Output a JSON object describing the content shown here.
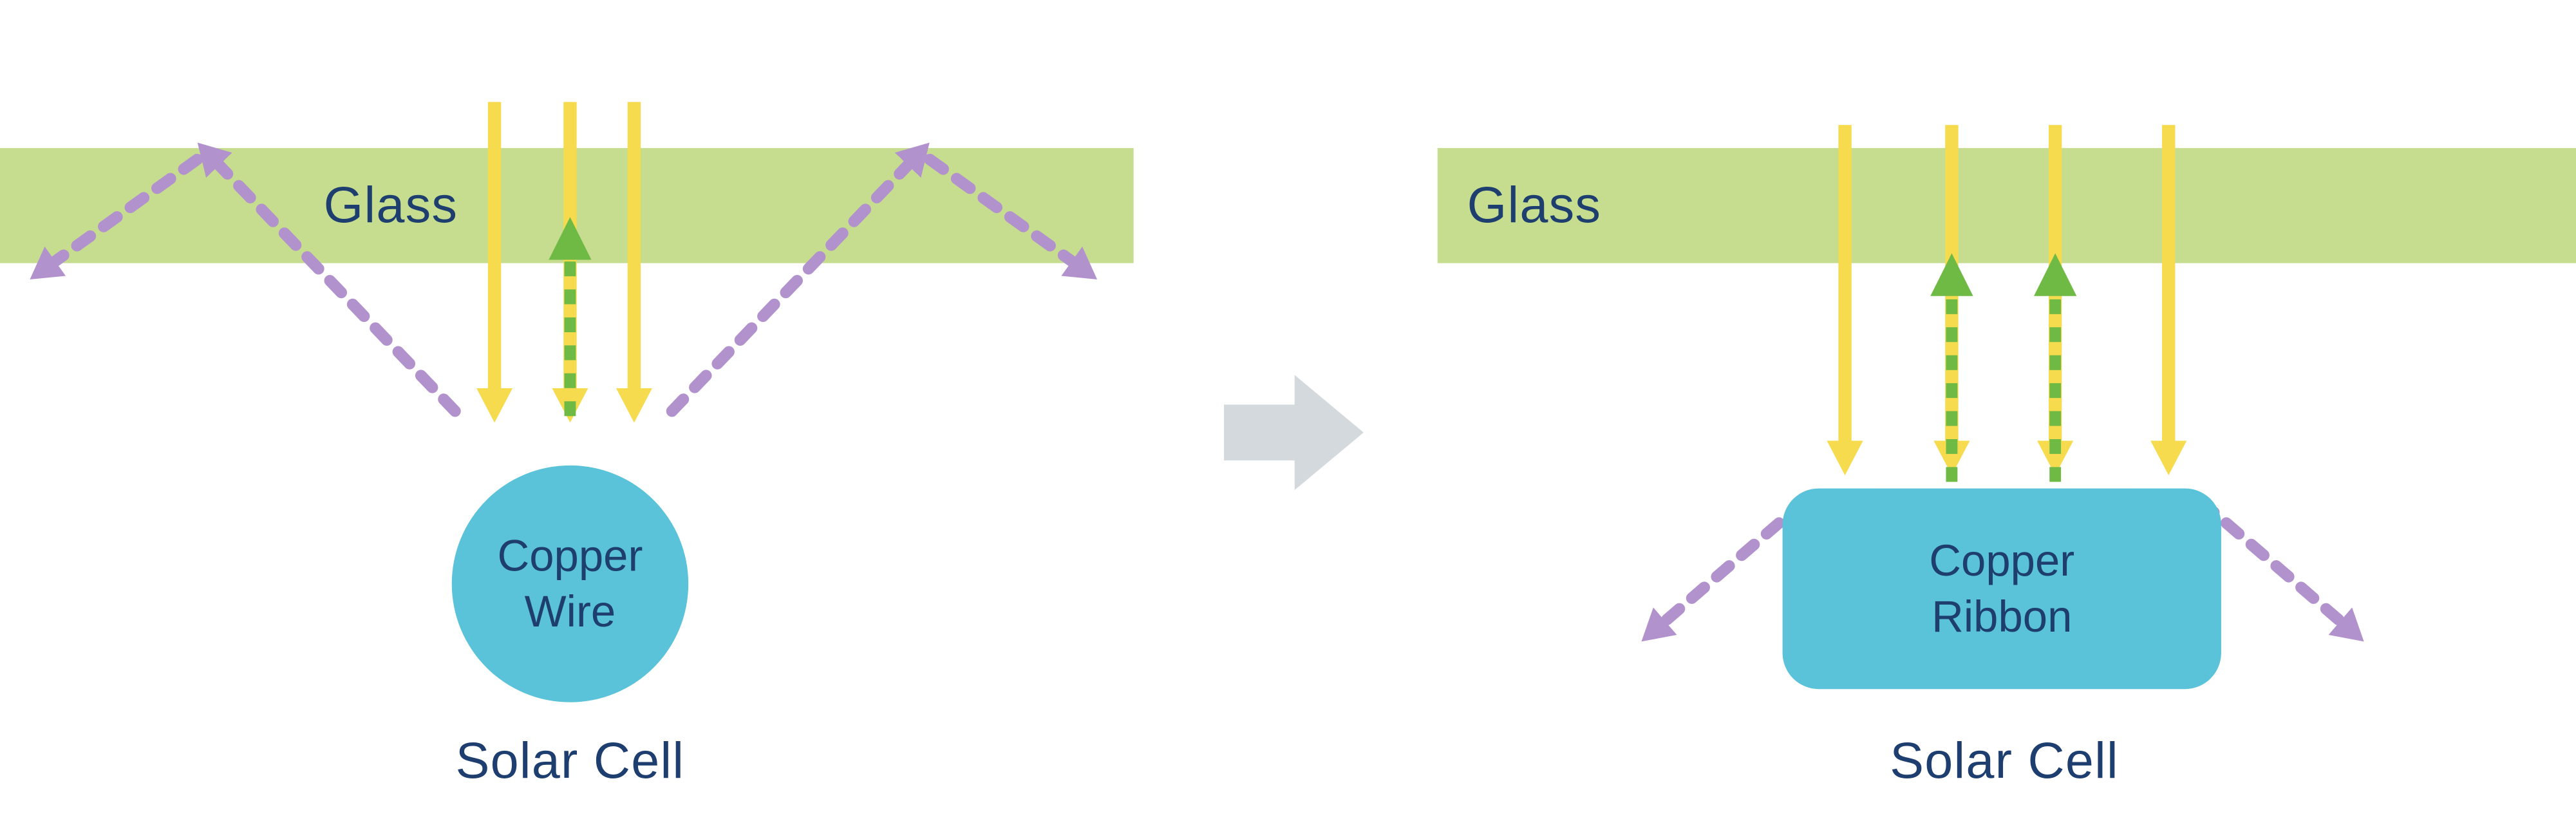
{
  "diagram": {
    "left": {
      "glass_label": "Glass",
      "component_label": "Copper Wire",
      "cell_label": "Solar Cell"
    },
    "right": {
      "glass_label": "Glass",
      "component_label": "Copper Ribbon",
      "cell_label": "Solar Cell"
    },
    "colors": {
      "glass": "#c6dd8f",
      "incoming_light": "#f6db4e",
      "recaptured_light": "#6fba44",
      "reflected_light": "#b292cc",
      "copper": "#5ac2d9",
      "label_text": "#1d3e6e",
      "transition_arrow": "#d3d9dc"
    }
  }
}
